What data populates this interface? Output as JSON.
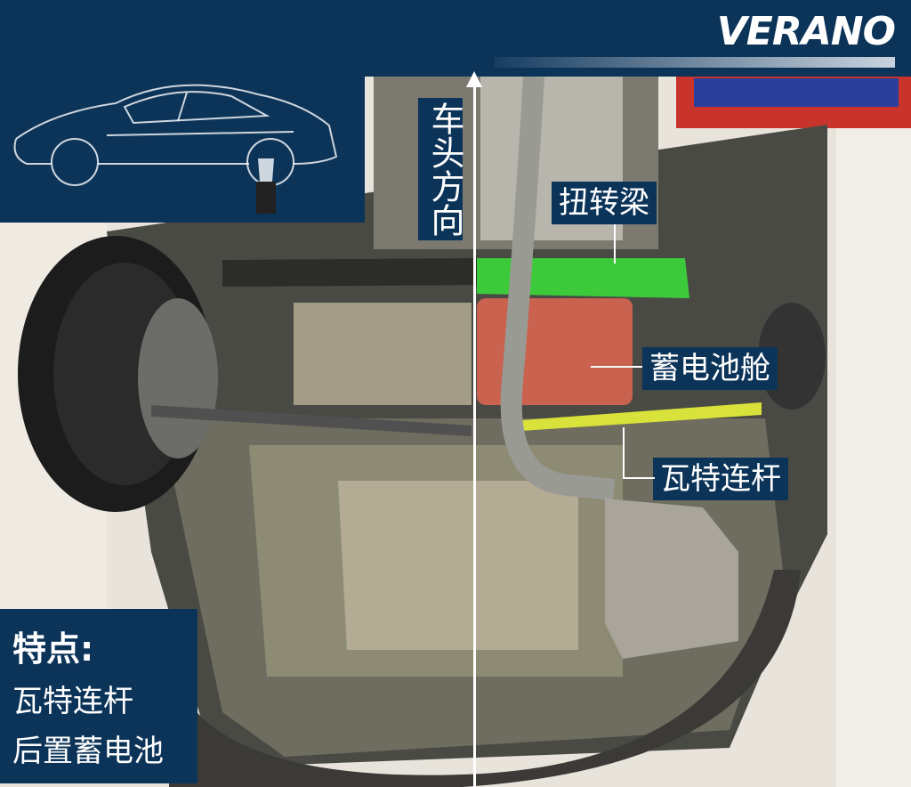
{
  "brand": "VERANO",
  "direction_label": "车头方向",
  "callouts": {
    "torsion_beam": "扭转梁",
    "battery_bay": "蓄电池舱",
    "watts_link": "瓦特连杆"
  },
  "features": {
    "title": "特点:",
    "items": [
      "瓦特连杆",
      "后置蓄电池"
    ]
  },
  "colors": {
    "navy": "#0c3459",
    "torsion_beam_highlight": "#3bd13b",
    "battery_highlight": "#c9624f",
    "watts_link_highlight": "#d9e23a"
  }
}
